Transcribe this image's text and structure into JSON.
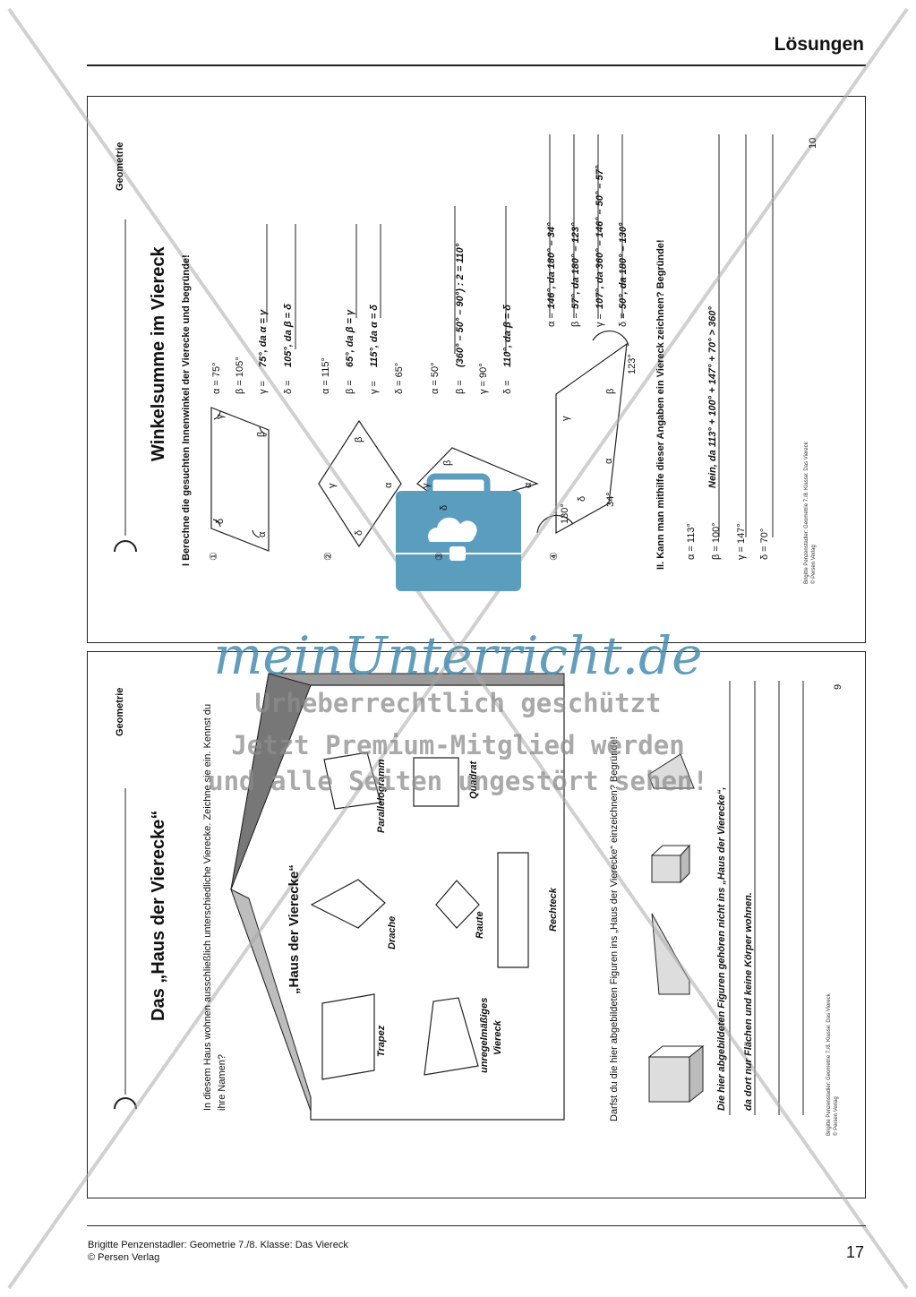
{
  "header": {
    "title": "Lösungen"
  },
  "top_sheet": {
    "subject": "Geometrie",
    "title": "Winkelsumme im Viereck",
    "task1": "I   Berechne die gesuchten Innenwinkel der Vierecke und begründe!",
    "fig1": {
      "num": "①",
      "labels": [
        "α",
        "β",
        "γ",
        "δ"
      ],
      "lines": [
        "α = 75°",
        "β = 105°",
        "γ = ",
        "δ = "
      ],
      "answers": [
        "",
        "",
        "75°, da α = γ",
        "105°, da β = δ"
      ]
    },
    "fig2": {
      "num": "②",
      "labels": [
        "α",
        "β",
        "γ",
        "δ"
      ],
      "lines": [
        "α = 115°",
        "β = ",
        "γ = ",
        "δ = 65°"
      ],
      "answers": [
        "",
        "65°, da β = γ",
        "115°, da α = δ",
        ""
      ]
    },
    "fig3": {
      "num": "③",
      "labels": [
        "α",
        "β",
        "γ",
        "δ"
      ],
      "lines": [
        "α = 50°",
        "β = ",
        "γ = 90°",
        "δ = "
      ],
      "answers": [
        "",
        "(360° – 50° – 90°) : 2 = 110°",
        "",
        "110°, da β = δ"
      ]
    },
    "fig4": {
      "num": "④",
      "labels": [
        "α",
        "β",
        "γ",
        "δ",
        "130°",
        "34°",
        "123°"
      ],
      "lines": [
        "α = ",
        "β = ",
        "γ = ",
        "δ = "
      ],
      "answers": [
        "146°, da 180° – 34°",
        "57°, da 180° – 123°",
        "107°, da 360° – 146° – 50° – 57°",
        "50°, da 180° – 130°"
      ]
    },
    "task2": "II.  Kann man mithilfe dieser Angaben ein Viereck zeichnen? Begründe!",
    "task2_values": [
      "α = 113°",
      "β = 100°",
      "γ = 147°",
      "δ = 70°"
    ],
    "task2_answer": "Nein, da 113° + 100° + 147° + 70° > 360°",
    "credit": [
      "Brigitte Penzenstadler: Geometrie 7./8. Klasse: Das Viereck",
      "© Persen Verlag"
    ],
    "page": "10"
  },
  "bottom_sheet": {
    "subject": "Geometrie",
    "title": "Das „Haus der Vierecke“",
    "intro": [
      "In diesem Haus wohnen ausschließlich unterschiedliche Vierecke. Zeichne sie ein. Kennst du",
      "ihre Namen?"
    ],
    "house_label": "„Haus der Vierecke“",
    "shapes": [
      "Trapez",
      "unregelmäßiges",
      "Viereck",
      "Drache",
      "Raute",
      "Parallelogramm",
      "Quadrat",
      "Rechteck"
    ],
    "question": "Darfst du die hier abgebildeten Figuren ins „Haus der Vierecke“ einzeichnen? Begründe!",
    "answer": [
      "Die hier abgebildeten Figuren gehören nicht ins „Haus der Vierecke“,",
      "da dort nur Flächen und keine Körper wohnen."
    ],
    "credit": [
      "Brigitte Penzenstadler: Geometrie 7./8. Klasse: Das Viereck",
      "© Persen Verlag"
    ],
    "page": "9"
  },
  "watermark": {
    "brand": "meinUnterricht.de",
    "line1": "Urheberrechtlich geschützt",
    "line2": "Jetzt Premium-Mitglied werden",
    "line3": "und alle Seiten ungestört sehen!"
  },
  "footer": {
    "line1": "Brigitte Penzenstadler: Geometrie 7./8. Klasse: Das Viereck",
    "line2": "© Persen Verlag",
    "page": "17"
  },
  "colors": {
    "watermark_blue": "#5b9dbf",
    "watermark_gray": "#8c8c8c",
    "roof_gray": "#9a9a9a"
  }
}
